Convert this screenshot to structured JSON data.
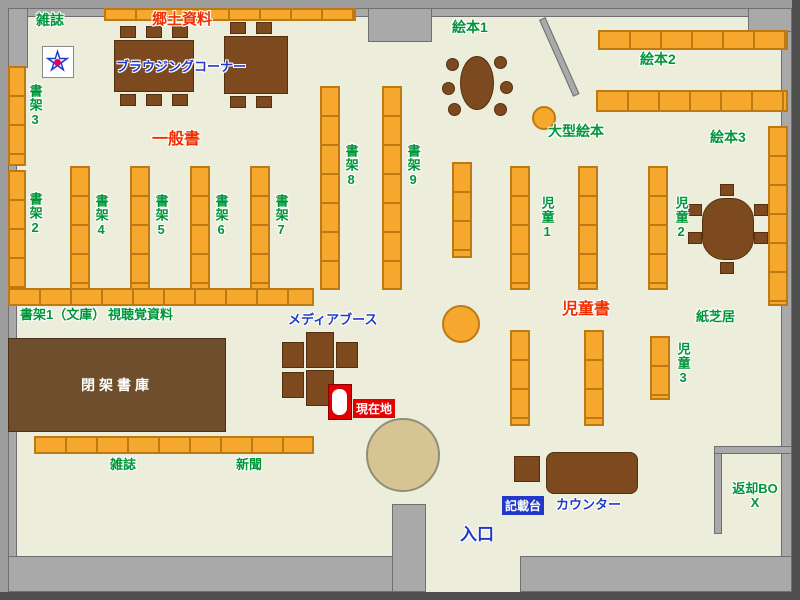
{
  "labels": {
    "magazines_top": "雑誌",
    "local_materials": "郷土資料",
    "browsing_corner": "ブラウジングコーナー",
    "shelf3": "書架3",
    "shelf2": "書架2",
    "general_books": "一般書",
    "shelf4": "書架4",
    "shelf5": "書架5",
    "shelf6": "書架6",
    "shelf7": "書架7",
    "shelf8": "書架8",
    "shelf9": "書架9",
    "shelf1_bunko": "書架1（文庫）",
    "audiovisual": "視聴覚資料",
    "closed_stacks": "閉架書庫",
    "magazines_bottom": "雑誌",
    "newspapers": "新聞",
    "media_booth": "メディアブース",
    "current_location": "現在地",
    "picture_book_1": "絵本1",
    "picture_book_2": "絵本2",
    "picture_book_3": "絵本3",
    "large_picture_books": "大型絵本",
    "children_1": "児童1",
    "children_2": "児童2",
    "children_3": "児童3",
    "children_books": "児童書",
    "kamishibai": "紙芝居",
    "form_stand": "記載台",
    "counter": "カウンター",
    "return_box": "返却BOX",
    "entrance": "入口"
  },
  "icons": {
    "magazine_star": "★"
  },
  "colors": {
    "floor": "#ededdb",
    "wall": "#a9a9a9",
    "shelf": "#f6a72e",
    "shelf_border": "#bd7a12",
    "furniture_brown": "#7c4a1e",
    "closed_stacks_fill": "#6e4e2c",
    "label_green": "#009539",
    "label_red": "#f03000",
    "label_blue": "#2239c8",
    "current_location_bg": "#e60000",
    "form_stand_bg": "#2239c8",
    "circle_tan": "#d6c593",
    "star_blue": "#1d3fd0",
    "star_center_red": "#e0006a"
  }
}
